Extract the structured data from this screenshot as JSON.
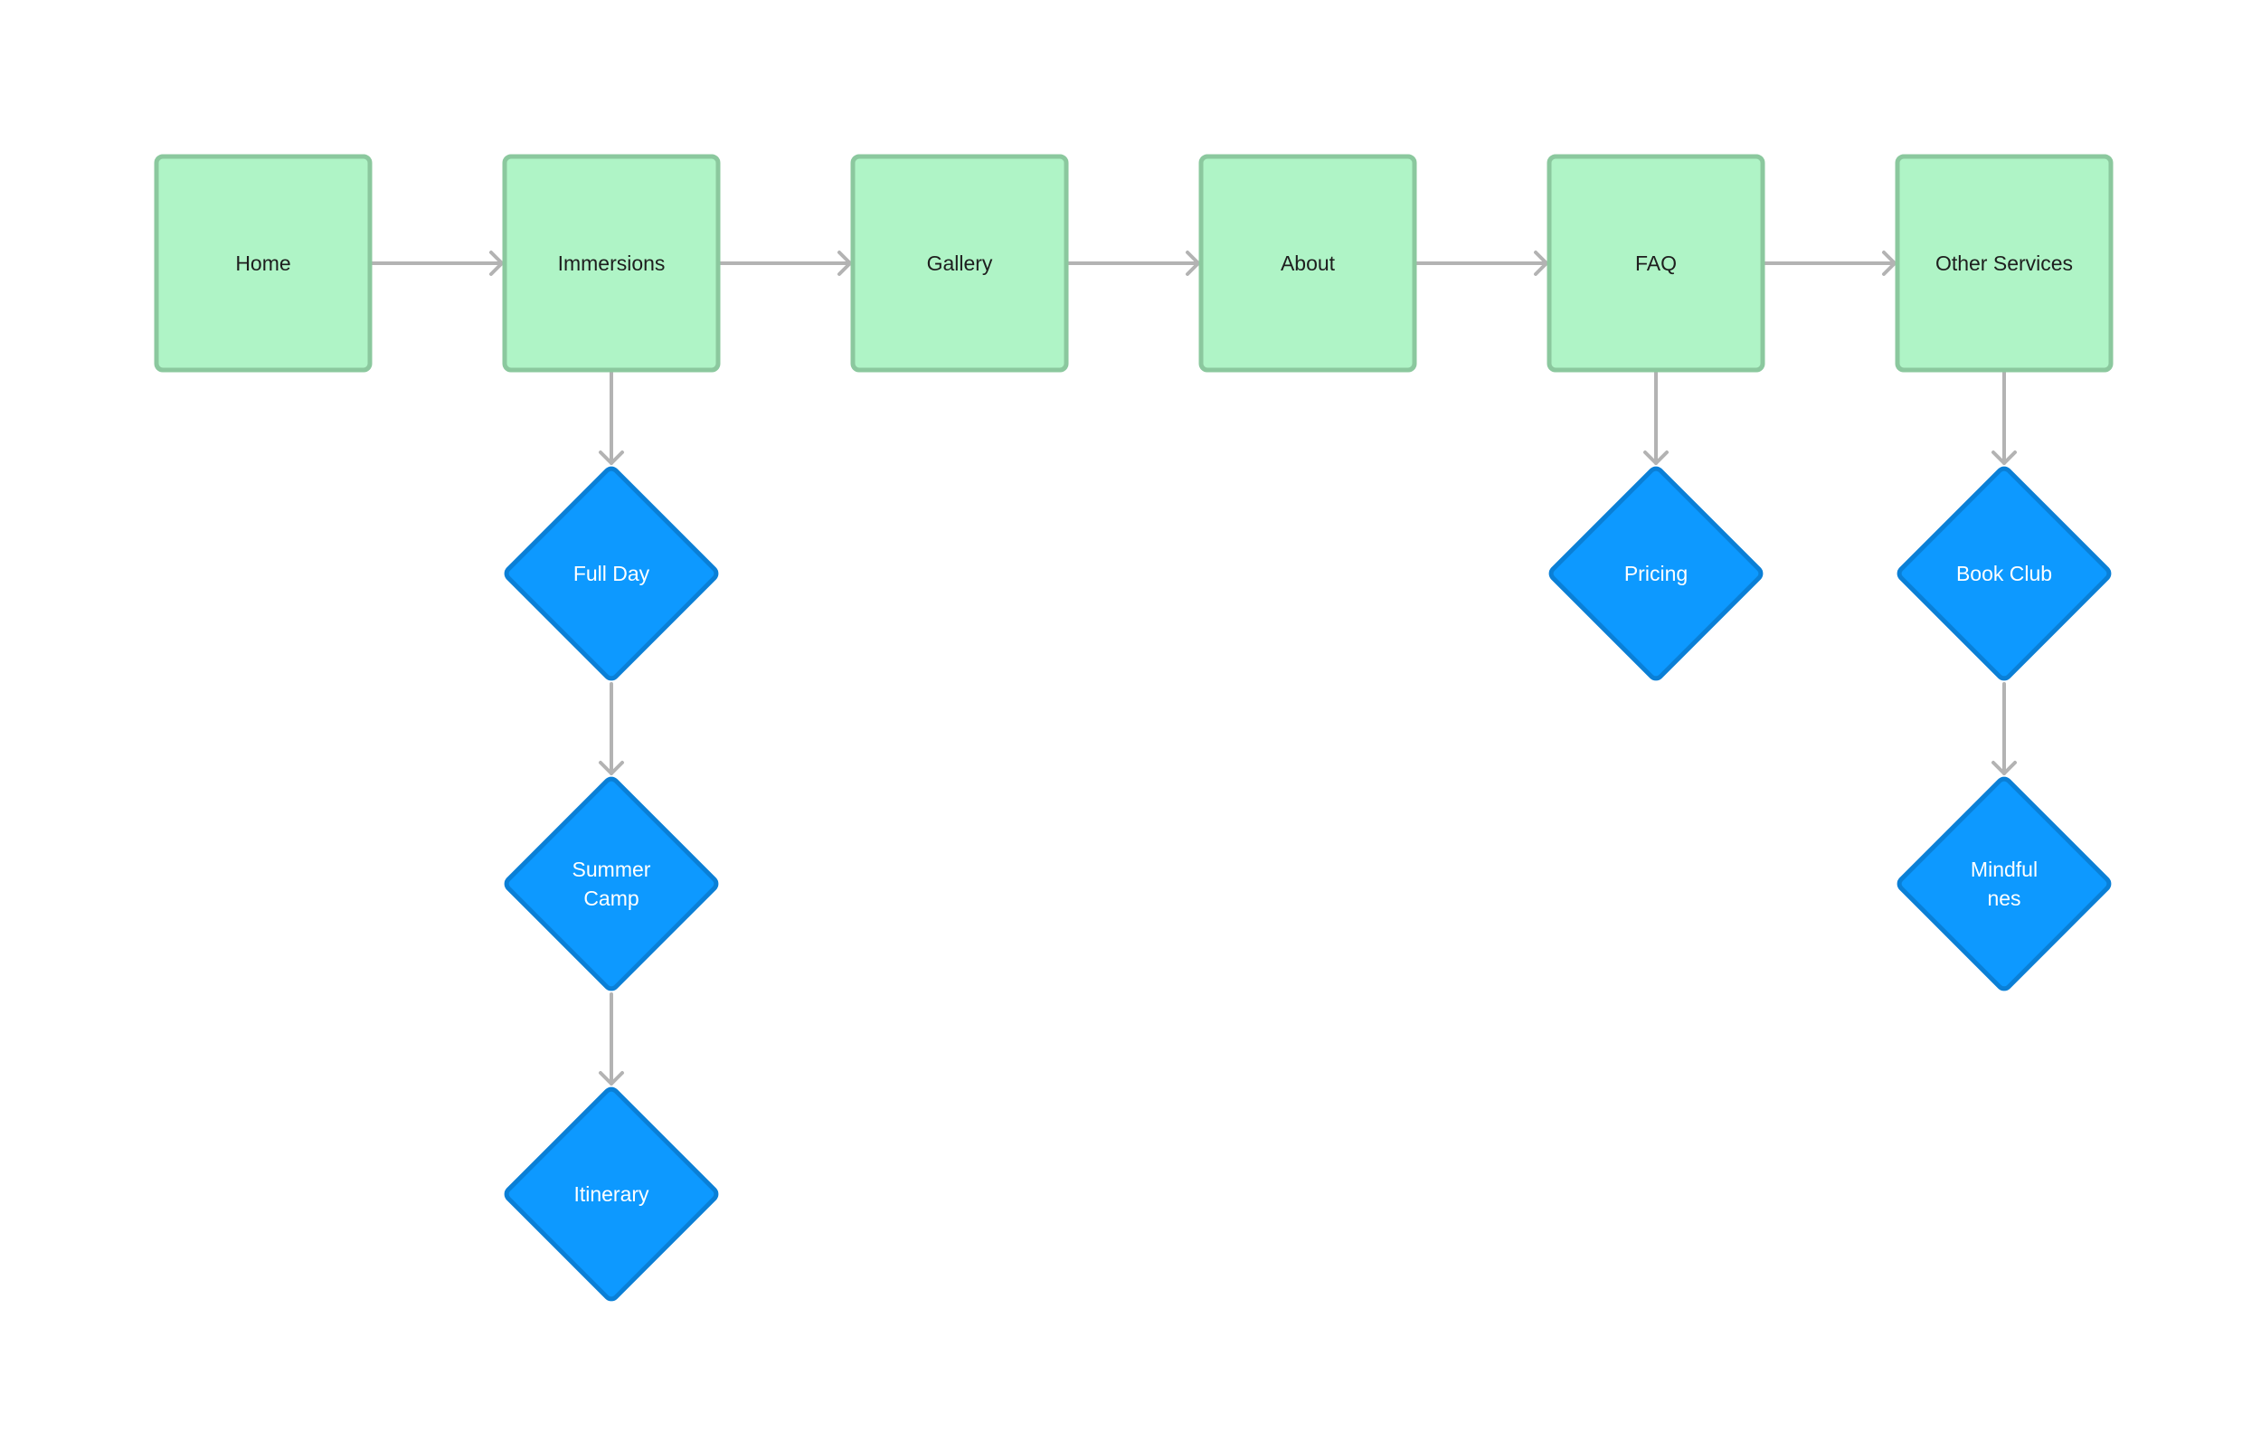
{
  "pages": [
    {
      "id": "home",
      "label": "Home"
    },
    {
      "id": "immersions",
      "label": "Immersions"
    },
    {
      "id": "gallery",
      "label": "Gallery"
    },
    {
      "id": "about",
      "label": "About"
    },
    {
      "id": "faq",
      "label": "FAQ"
    },
    {
      "id": "other-services",
      "label": "Other Services"
    }
  ],
  "subpages": [
    {
      "id": "full-day",
      "parent": "immersions",
      "label_lines": [
        "Full Day"
      ]
    },
    {
      "id": "summer-camp",
      "parent": "immersions",
      "label_lines": [
        "Summer",
        "Camp"
      ]
    },
    {
      "id": "itinerary",
      "parent": "immersions",
      "label_lines": [
        "Itinerary"
      ]
    },
    {
      "id": "pricing",
      "parent": "faq",
      "label_lines": [
        "Pricing"
      ]
    },
    {
      "id": "book-club",
      "parent": "other-services",
      "label_lines": [
        "Book Club"
      ]
    },
    {
      "id": "mindfulness",
      "parent": "other-services",
      "label_lines": [
        "Mindful",
        "nes"
      ]
    }
  ],
  "connections": [
    {
      "from": "home",
      "to": "immersions"
    },
    {
      "from": "immersions",
      "to": "gallery"
    },
    {
      "from": "gallery",
      "to": "about"
    },
    {
      "from": "about",
      "to": "faq"
    },
    {
      "from": "faq",
      "to": "other-services"
    },
    {
      "from": "immersions",
      "to": "full-day"
    },
    {
      "from": "full-day",
      "to": "summer-camp"
    },
    {
      "from": "summer-camp",
      "to": "itinerary"
    },
    {
      "from": "faq",
      "to": "pricing"
    },
    {
      "from": "other-services",
      "to": "book-club"
    },
    {
      "from": "book-club",
      "to": "mindfulness"
    }
  ],
  "colors": {
    "page_fill": "#aff4c6",
    "page_stroke": "#8bc89e",
    "subpage_fill": "#0d99ff",
    "subpage_stroke": "#0a7fd6",
    "connector": "#b3b3b3",
    "page_text": "#1e1e1e",
    "subpage_text": "#ffffff"
  }
}
